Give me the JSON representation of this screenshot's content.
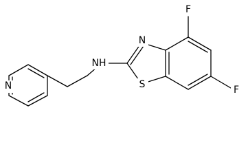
{
  "structure": {
    "atoms": {
      "n_pyridine": "N",
      "n_amine": "NH",
      "n_thiazole": "N",
      "s_thiazole": "S",
      "f_top": "F",
      "f_bottom": "F"
    }
  }
}
